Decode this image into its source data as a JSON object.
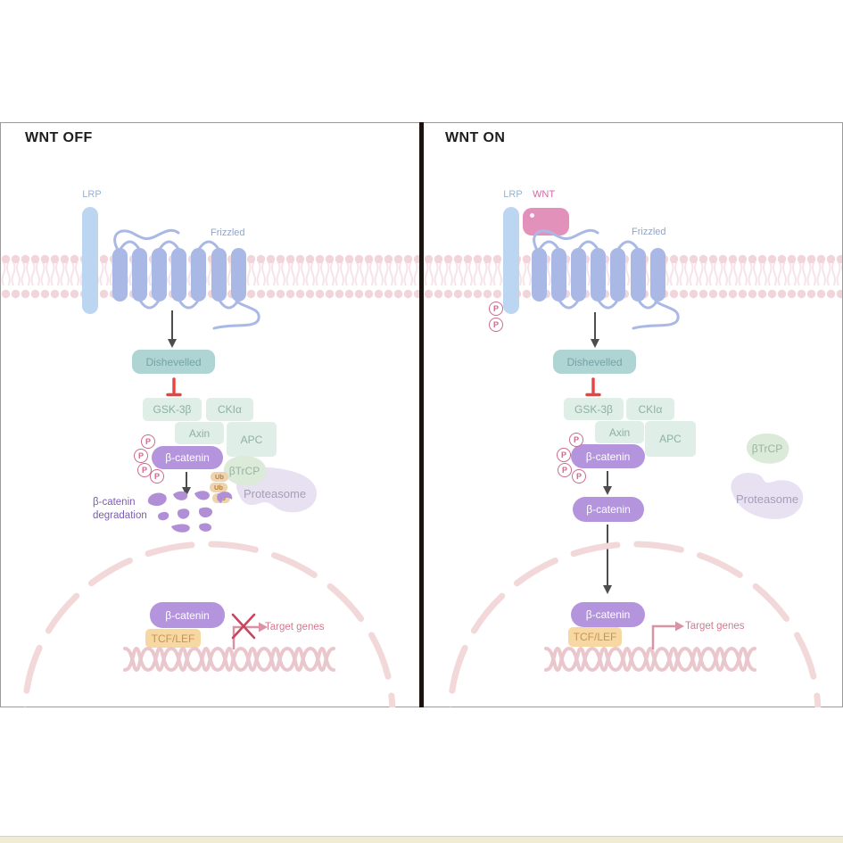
{
  "palette": {
    "membrane_pink": "#f2d5db",
    "receptor_blue": "#aab8e6",
    "lrp_blue": "#bcd6f1",
    "wnt_pink": "#e291bb",
    "dishevelled_teal": "#aed4d4",
    "complex_green": "#dfeee7",
    "beta_catenin_purple": "#b494dc",
    "phospho_pink": "#cd6a8e",
    "inhibition_red": "#e64444",
    "arrow_gray": "#4d4d4d",
    "ubiquitin_tan": "#eed4ae",
    "btrcp_green": "#dcead9",
    "proteasome_lavender": "#e8e1f2",
    "tcf_orange": "#f8d8a2",
    "dna_pink": "#eac6cd",
    "nucleus_pink": "#f3d8da",
    "target_gene_rose": "#d4798f"
  },
  "panels": {
    "left": {
      "title": "WNT OFF",
      "lrp": "LRP",
      "frizzled": "Frizzled",
      "dishevelled": "Dishevelled",
      "gsk3b": "GSK-3β",
      "ckia": "CKIα",
      "axin": "Axin",
      "apc": "APC",
      "beta_catenin": "β-catenin",
      "phosphate": "P",
      "ubiquitin": "Ub",
      "btrcp": "βTrCP",
      "proteasome": "Proteasome",
      "degradation_line1": "β-catenin",
      "degradation_line2": "degradation",
      "nuclear_beta_catenin": "β-catenin",
      "tcf_lef": "TCF/LEF",
      "target_genes": "Target genes"
    },
    "right": {
      "title": "WNT ON",
      "lrp": "LRP",
      "wnt": "WNT",
      "frizzled": "Frizzled",
      "dishevelled": "Dishevelled",
      "gsk3b": "GSK-3β",
      "ckia": "CKIα",
      "axin": "Axin",
      "apc": "APC",
      "beta_catenin": "β-catenin",
      "free_beta_catenin": "β-catenin",
      "phosphate": "P",
      "btrcp": "βTrCP",
      "proteasome": "Proteasome",
      "nuclear_beta_catenin": "β-catenin",
      "tcf_lef": "TCF/LEF",
      "target_genes": "Target genes"
    }
  }
}
